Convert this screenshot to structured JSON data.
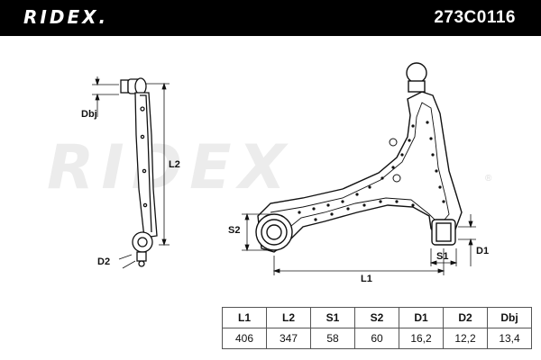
{
  "header": {
    "brand": "RIDEX.",
    "part_number": "273C0116"
  },
  "watermark": {
    "text": "RIDEX",
    "registered": "®"
  },
  "diagram_labels": {
    "dbj": "Dbj",
    "l2": "L2",
    "d2": "D2",
    "s2": "S2",
    "s1": "S1",
    "d1": "D1",
    "l1": "L1"
  },
  "specs_table": {
    "headers": [
      "L1",
      "L2",
      "S1",
      "S2",
      "D1",
      "D2",
      "Dbj"
    ],
    "values": [
      "406",
      "347",
      "58",
      "60",
      "16,2",
      "12,2",
      "13,4"
    ]
  },
  "colors": {
    "header_bg": "#000000",
    "header_text": "#ffffff",
    "line": "#111111",
    "watermark": "#ececec"
  }
}
